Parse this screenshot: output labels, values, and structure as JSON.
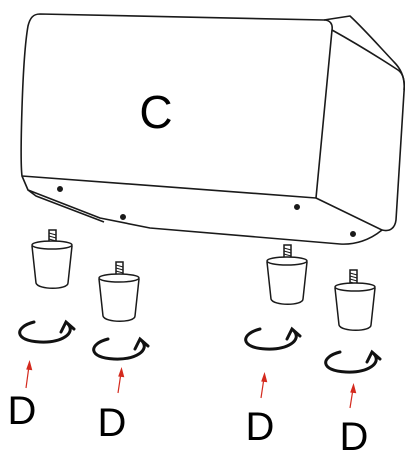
{
  "diagram": {
    "cabinet_label": "C",
    "foot_labels": [
      "D",
      "D",
      "D",
      "D"
    ],
    "colors": {
      "line": "#1a1a1a",
      "arrow": "#d42a1e",
      "background": "#ffffff"
    },
    "icons": {
      "rotation": "clockwise-rotation-icon",
      "arrow": "up-arrow-icon"
    }
  }
}
